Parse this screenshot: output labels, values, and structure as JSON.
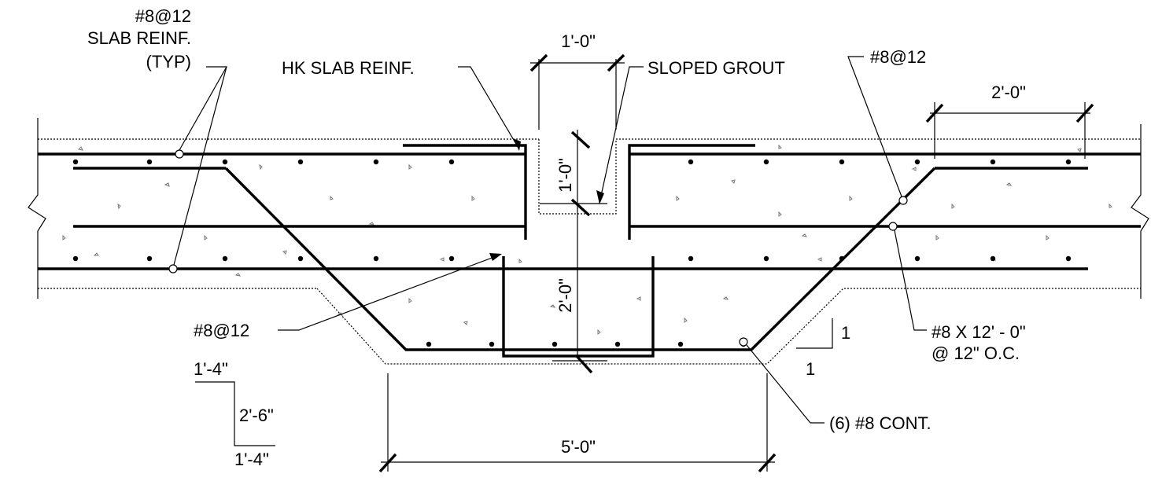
{
  "labels": {
    "slab_reinf_1": "#8@12",
    "slab_reinf_2": "SLAB REINF.",
    "slab_reinf_3": "(TYP)",
    "hk_slab_reinf": "HK SLAB REINF.",
    "sloped_grout": "SLOPED GROUT",
    "top_bar": "#8@12",
    "left_bar": "#8@12",
    "diag_bar_1": "#8 X 12' - 0\"",
    "diag_bar_2": "@ 12\" O.C.",
    "cont_bars": "(6) #8 CONT.",
    "slope_v": "1",
    "slope_h": "1"
  },
  "dimensions": {
    "trench_width": "1'-0\"",
    "trench_depth": "1'-0\"",
    "pit_depth": "2'-0\"",
    "splice_length": "2'-0\"",
    "pit_bottom_width": "5'-0\""
  },
  "key_diagram": {
    "top": "1'-4\"",
    "mid": "2'-6\"",
    "bottom": "1'-4\""
  }
}
